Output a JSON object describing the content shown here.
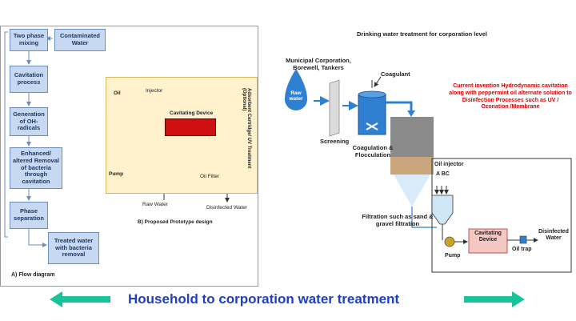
{
  "flow": {
    "box_two_phase": "Two phase mixing",
    "box_contaminated": "Contaminated Water",
    "box_cavitation": "Cavitation process",
    "box_generation": "Generation of OH- radicals",
    "box_enhanced": "Enhanced/ altered Removal of bacteria through cavitation",
    "box_phase_sep": "Phase separation",
    "box_treated": "Treated water with bacteria removal",
    "caption": "A) Flow diagram"
  },
  "prototype": {
    "oil": "Oil",
    "injector": "Injector",
    "cavitating_device": "Cavitating Device",
    "cartridge": "Adsorbent Cartridge/ UV Treatment (Optional)",
    "oil_filter": "Oil Filter",
    "pump": "Pump",
    "raw_water": "Raw Water",
    "disinfected_water": "Disinfected Water",
    "caption": "B) Proposed Prototype design"
  },
  "corporation": {
    "title": "Drinking water treatment for corporation level",
    "sources": "Municipal Corporation, Borewell, Tankers",
    "raw_water": "Raw water",
    "coagulant": "Coagulant",
    "screening": "Screening",
    "coag_floc": "Coagulation & Flocculation",
    "filtration": "Filtration such as sand & gravel filtration",
    "invention_note": "Current invention Hydrodynamic cavitation along with peppermint oil alternate solution to Disinfection Processes such as UV / Ozonation /Membrane",
    "oil_injector": "Oil injector",
    "abc": "A BC",
    "cavitating_device": "Cavitating Device",
    "pump": "Pump",
    "oil_trap": "Oil trap",
    "disinfected_water": "Disinfected Water"
  },
  "footer": {
    "title": "Household to corporation water treatment"
  },
  "colors": {
    "flow_box": "#c6d9f0",
    "prototype_bg": "#fff2cc",
    "accent_arrow": "#19c39a",
    "title_blue": "#1f3fbf",
    "note_red": "#e00000",
    "water_blue": "#2f80d0"
  }
}
